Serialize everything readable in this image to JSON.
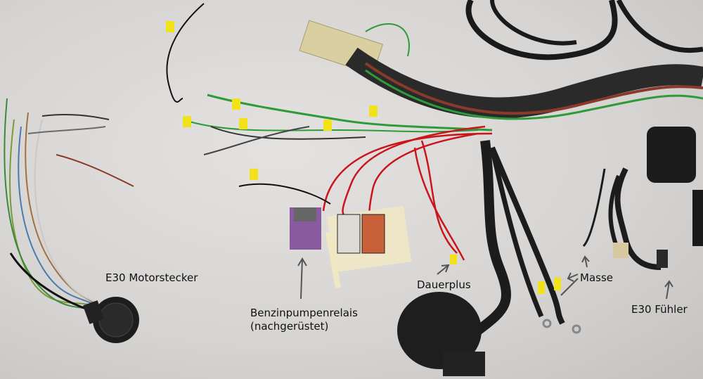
{
  "labels": {
    "motorstecker": "E30 Motorstecker",
    "relais_line1": "Benzinpumpenrelais",
    "relais_line2": "(nachgerüstet)",
    "dauerplus": "Dauerplus",
    "masse": "Masse",
    "fuehler": "E30 Fühler"
  },
  "colors": {
    "background": "#d8d6d4",
    "wire_black": "#1a1a1a",
    "wire_red": "#c8161b",
    "wire_green": "#2f9a3a",
    "tag_yellow": "#f2e21a"
  }
}
